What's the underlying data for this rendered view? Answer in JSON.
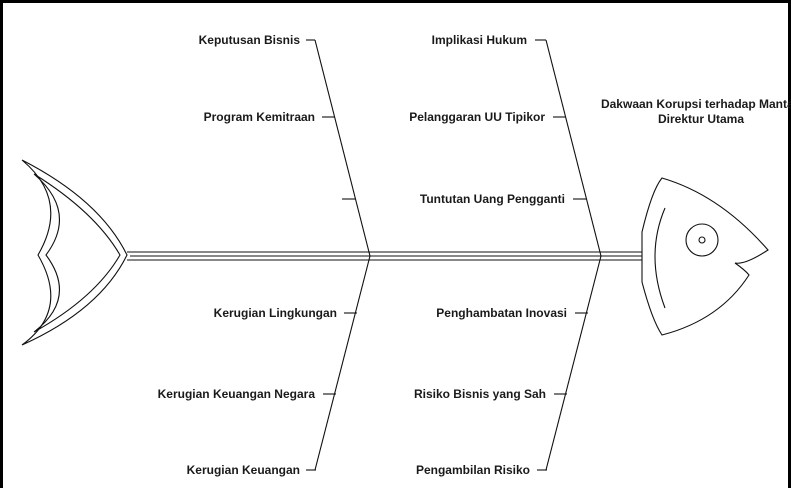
{
  "diagram": {
    "effect": "Dakwaan Korupsi terhadap Mantan Direktur Utama",
    "branches": {
      "upper_left": [
        "Keputusan Bisnis",
        "Program Kemitraan",
        ""
      ],
      "upper_right": [
        "Implikasi Hukum",
        "Pelanggaran UU Tipikor",
        "Tuntutan Uang Pengganti"
      ],
      "lower_left": [
        "Kerugian Lingkungan",
        "Kerugian Keuangan Negara",
        "Kerugian Keuangan"
      ],
      "lower_right": [
        "Penghambatan Inovasi",
        "Risiko Bisnis yang Sah",
        "Pengambilan Risiko"
      ]
    }
  }
}
